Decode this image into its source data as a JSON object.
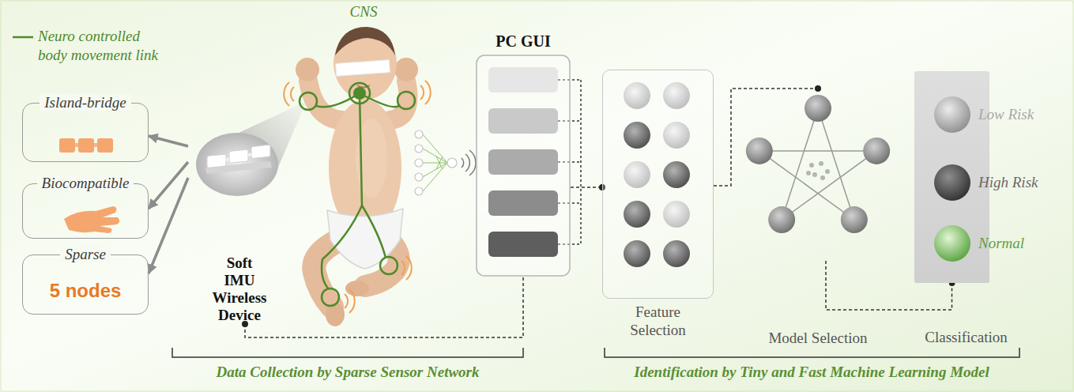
{
  "diagram": {
    "nodes": [
      {
        "text": [
          "Island-bridge"
        ]
      },
      {
        "text": [
          "Biocompatible"
        ]
      },
      {
        "text": [
          "Sparse",
          "5 nodes"
        ]
      },
      {
        "text": [
          "Soft IMU Wireless Device"
        ]
      },
      {
        "text": [
          "PC GUI"
        ]
      },
      {
        "text": [
          "Feature Selection"
        ]
      },
      {
        "text": [
          "Model Selection"
        ]
      },
      {
        "text": [
          "Classification"
        ]
      },
      {
        "text": [
          "Low Risk"
        ],
        "in": 7
      },
      {
        "text": [
          "High Risk"
        ],
        "in": 7
      },
      {
        "text": [
          "Normal"
        ],
        "in": 7
      }
    ],
    "edges": [
      {
        "from": 3,
        "to": 0,
        "arrow": "to"
      },
      {
        "from": 3,
        "to": 1,
        "arrow": "to"
      },
      {
        "from": 3,
        "to": 2,
        "arrow": "to"
      },
      {
        "from": 3,
        "to": 4,
        "arrow": "none"
      },
      {
        "from": 4,
        "to": 5,
        "arrow": "none"
      },
      {
        "from": 5,
        "to": 6,
        "arrow": "none"
      },
      {
        "from": 6,
        "to": 7,
        "arrow": "none"
      }
    ],
    "labels": [
      "CNS",
      "Data Collection by Sparse Sensor Network",
      "Identification by Tiny and Fast Machine Learning Model"
    ],
    "legend": [
      {
        "text": "Neuro controlled body movement link"
      }
    ]
  }
}
